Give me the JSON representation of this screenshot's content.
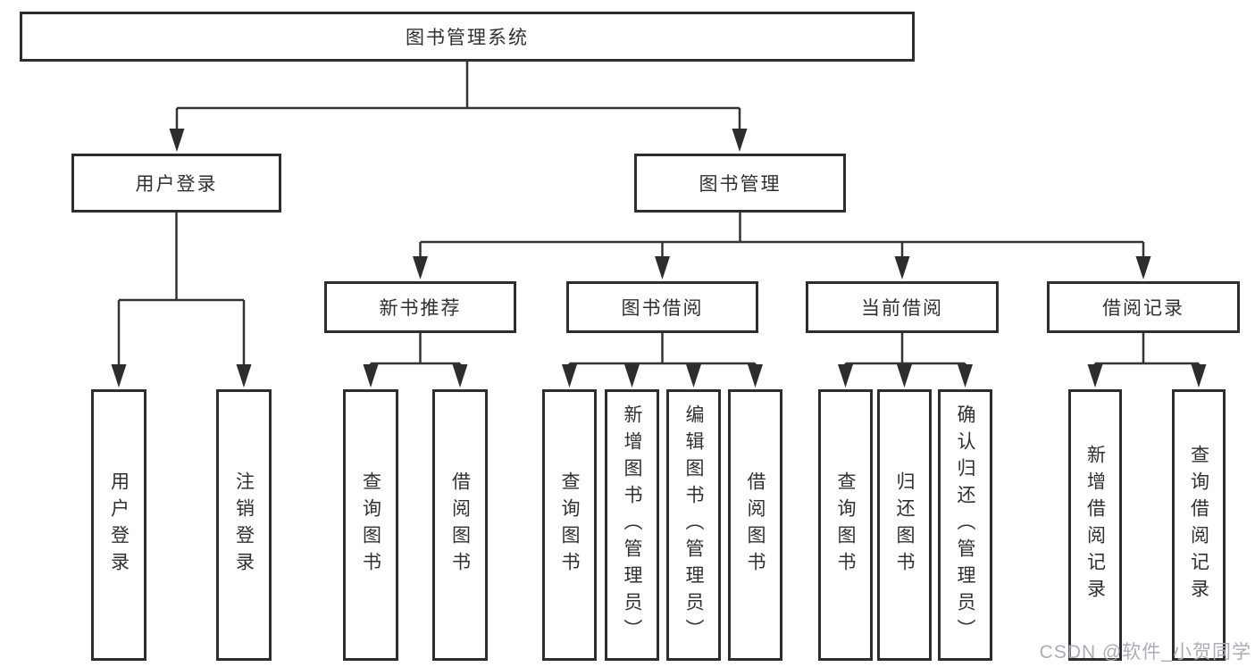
{
  "diagram": {
    "title": "图书管理系统",
    "level2": {
      "user_login": "用户登录",
      "book_management": "图书管理"
    },
    "level3": {
      "new_book_recommend": "新书推荐",
      "book_borrow": "图书借阅",
      "current_borrow": "当前借阅",
      "borrow_records": "借阅记录"
    },
    "leaves": {
      "user_login": "用户登录",
      "logout": "注销登录",
      "nb_query_books": "查询图书",
      "nb_borrow_books": "借阅图书",
      "bb_query_books": "查询图书",
      "bb_add_books": "新增图书（管理员）",
      "bb_edit_books": "编辑图书（管理员）",
      "bb_borrow_books": "借阅图书",
      "cb_query_books": "查询图书",
      "cb_return_books": "归还图书",
      "cb_confirm_return": "确认归还（管理员）",
      "br_add_record": "新增借阅记录",
      "br_query_record": "查询借阅记录"
    }
  },
  "watermark": "CSDN @软件_小贺同学",
  "colors": {
    "line": "#333333",
    "box_border": "#2d2d2d",
    "text": "#303030",
    "watermark": "#a9aeb6",
    "background": "#ffffff"
  }
}
